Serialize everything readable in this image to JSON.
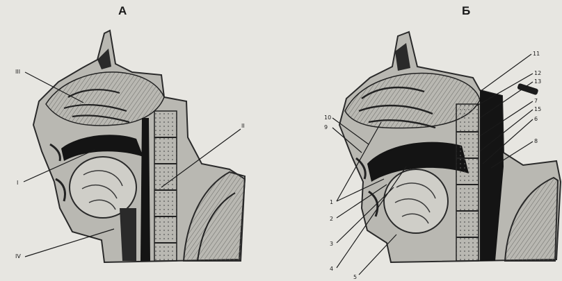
{
  "figure": {
    "panels": [
      {
        "title": "А",
        "labels": [
          "III",
          "II",
          "I",
          "IV"
        ]
      },
      {
        "title": "Б",
        "labels": [
          "11",
          "12",
          "13",
          "7",
          "15",
          "6",
          "8",
          "10",
          "9",
          "1",
          "2",
          "3",
          "4",
          "5"
        ]
      }
    ]
  },
  "colors": {
    "background": "#e7e6e1",
    "ink": "#1b1b1b",
    "tissue": "#b9b8b2",
    "dark": "#141414"
  }
}
